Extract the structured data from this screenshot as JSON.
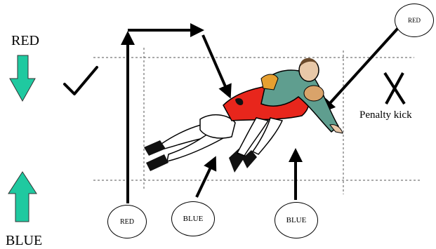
{
  "labels": {
    "red_side": "RED",
    "blue_side": "BLUE",
    "penalty": "Penalty kick"
  },
  "bubbles": {
    "red_top": "RED",
    "red_bottom": "RED",
    "blue_left": "BLUE",
    "blue_right": "BLUE"
  },
  "colors": {
    "arrow_fill": "#1fc9a0",
    "red_shirt": "#e8261c",
    "green_shirt": "#5f9e8f",
    "ball": "#d9a36a",
    "skin": "#e8c8a8"
  },
  "icons": {
    "check": "check-icon",
    "cross": "cross-icon"
  }
}
